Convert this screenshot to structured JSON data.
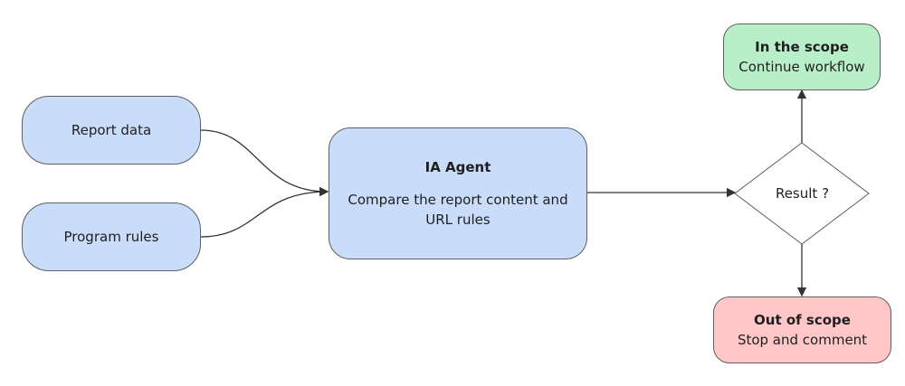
{
  "nodes": {
    "report_data": "Report data",
    "program_rules": "Program rules",
    "agent": {
      "title": "IA Agent",
      "description": "Compare the report content and URL rules"
    },
    "decision": "Result ?",
    "in_scope": {
      "title": "In the scope",
      "subtitle": "Continue workflow"
    },
    "out_scope": {
      "title": "Out of scope",
      "subtitle": "Stop and comment"
    }
  },
  "colors": {
    "input_fill": "#c9dcfa",
    "success_fill": "#b8efc8",
    "failure_fill": "#ffc7c7",
    "stroke": "#5f5f5f",
    "edge": "#333333"
  }
}
